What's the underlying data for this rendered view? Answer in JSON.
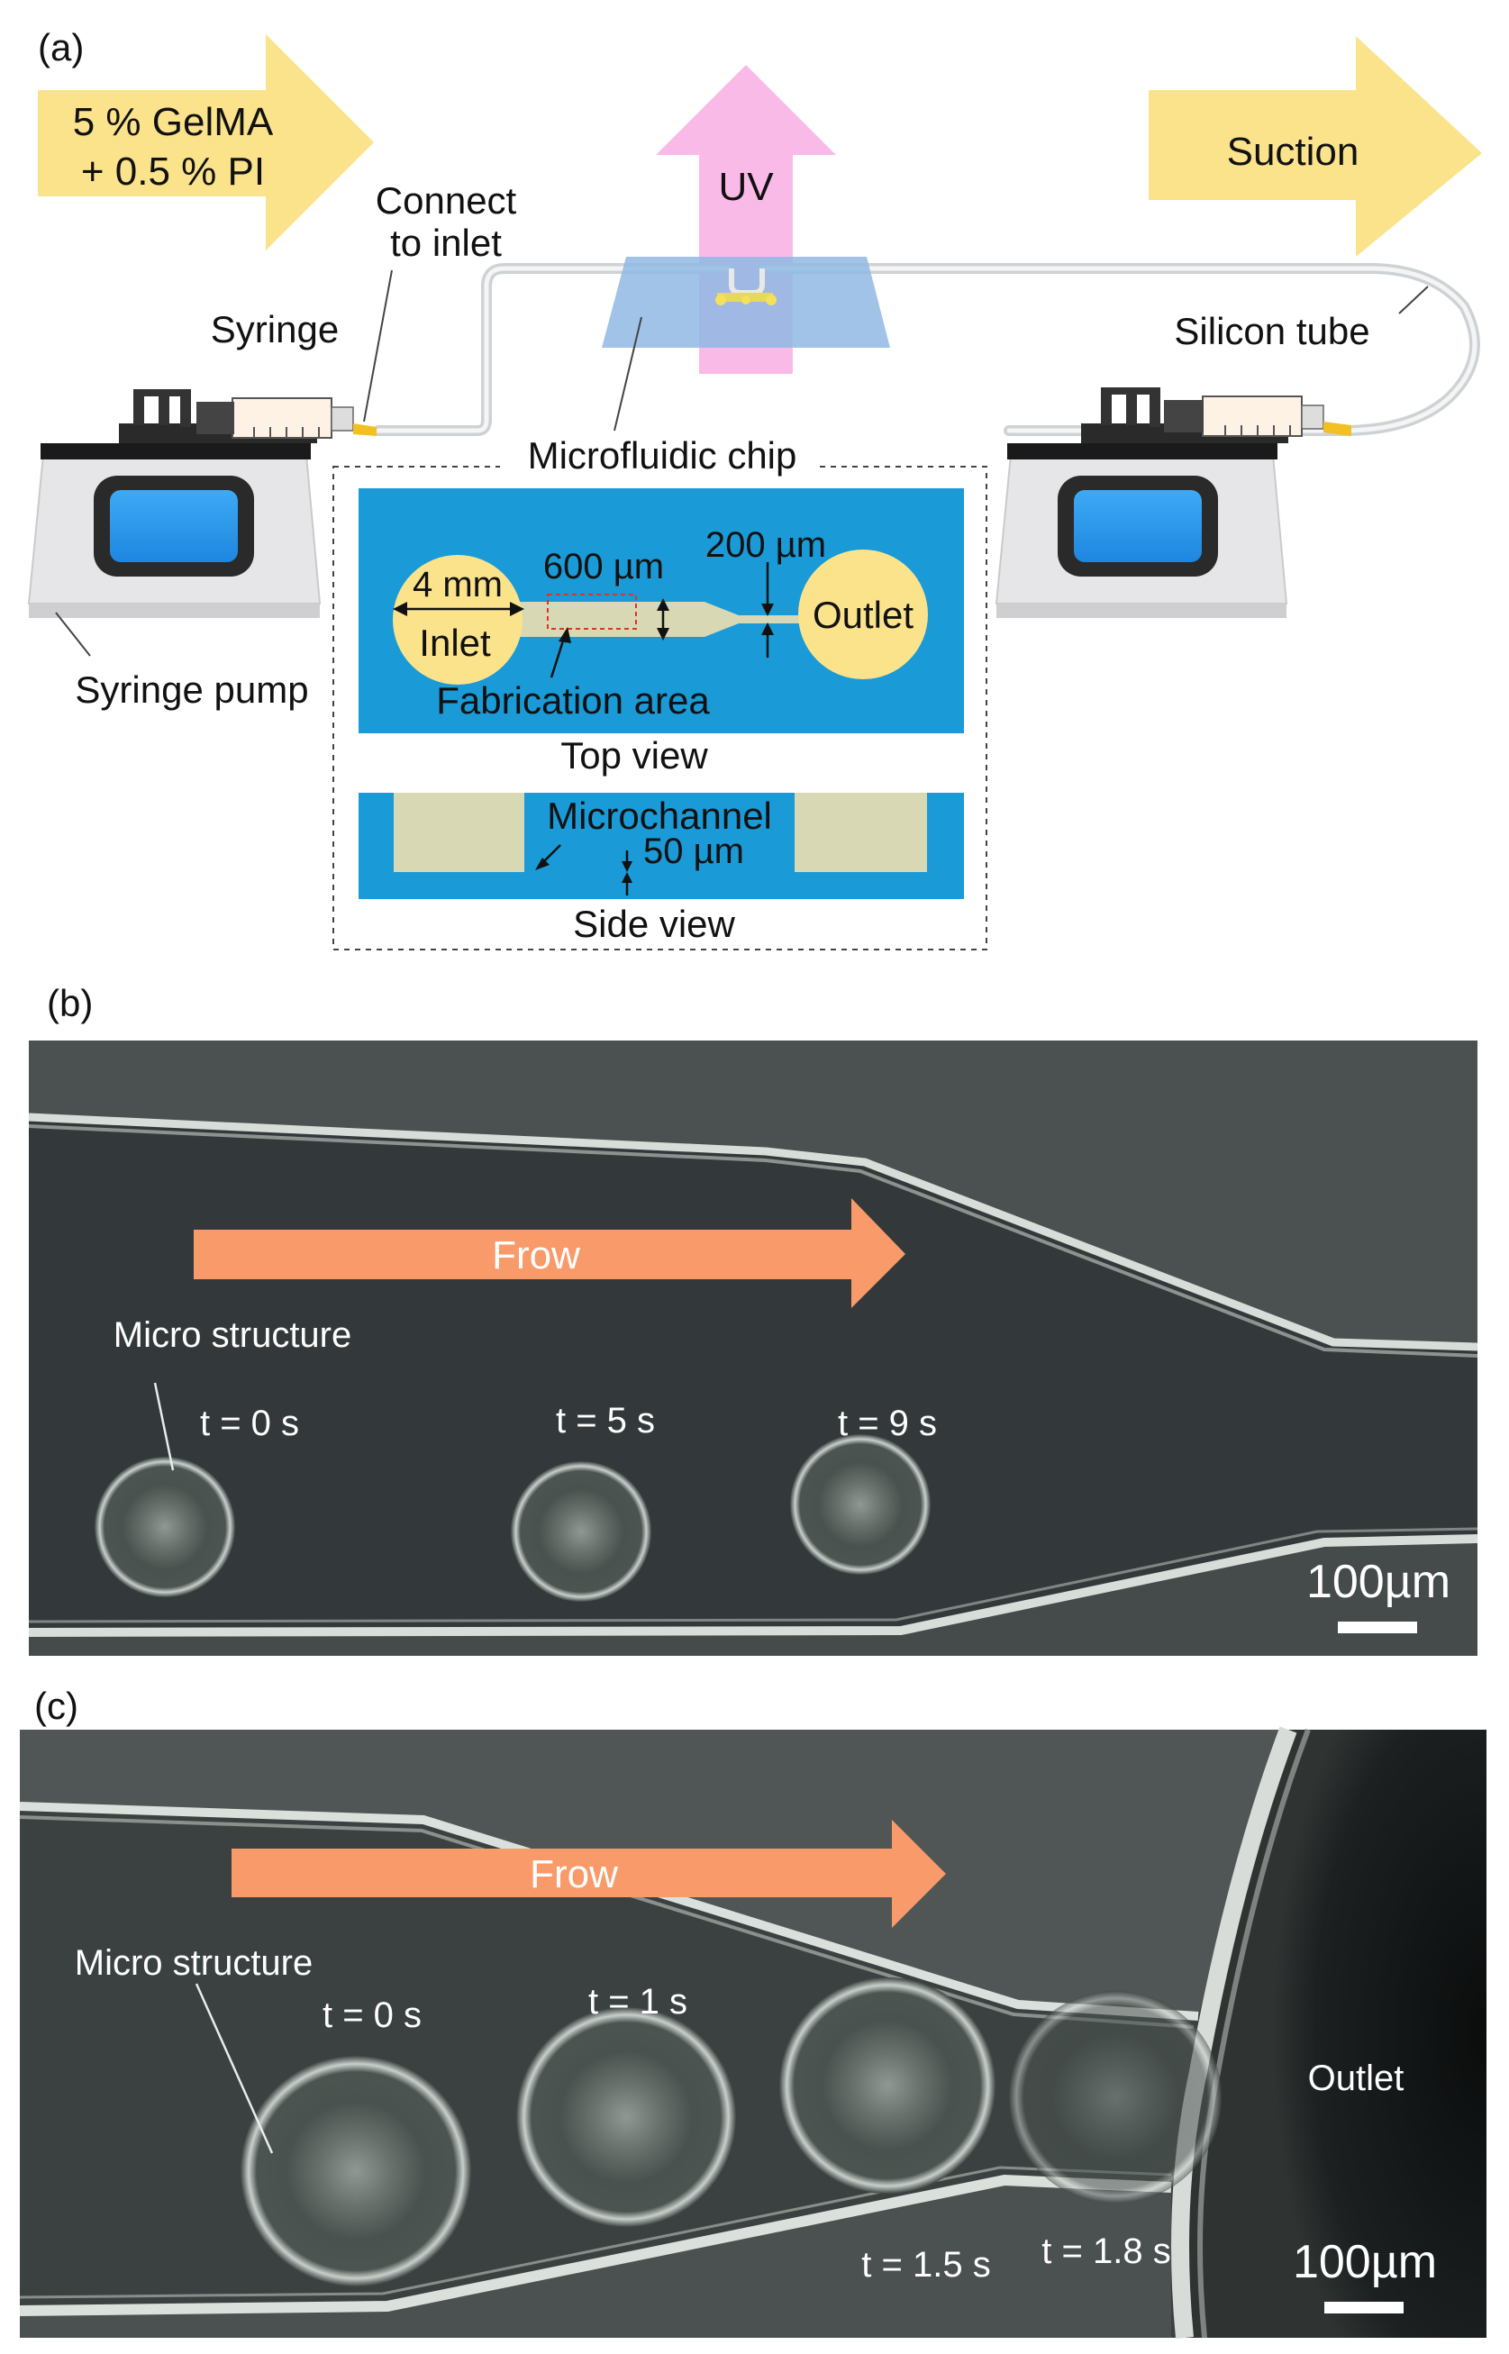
{
  "colors": {
    "arrow_yellow": "#fbe38c",
    "uv_pink": "#f9b3e6",
    "chip_blue": "#8fb8e3",
    "pump_gray": "#e6e6e8",
    "screen_blue": "#2b9cf0",
    "top_view_bg": "#1a9ad6",
    "channel_beige": "#d8d8b4",
    "port_yellow": "#fbe38c",
    "flow_orange": "#f89a6a",
    "micrograph_dark": "#33393a"
  },
  "panel_a": {
    "label": "(a)",
    "input_arrow": {
      "line1": "5 % GelMA",
      "line2": "+ 0.5 % PI"
    },
    "uv_label": "UV",
    "suction_label": "Suction",
    "connect_label": {
      "line1": "Connect",
      "line2": "to inlet"
    },
    "syringe_label": "Syringe",
    "silicon_tube_label": "Silicon tube",
    "chip_label": "Microfluidic chip",
    "pump_label": "Syringe pump",
    "top_view": {
      "inlet_size": "4 mm",
      "inlet_label": "Inlet",
      "width_600": "600 µm",
      "width_200": "200 µm",
      "outlet_label": "Outlet",
      "fabrication_label": "Fabrication area",
      "caption": "Top view"
    },
    "side_view": {
      "microchannel_label": "Microchannel",
      "height_label": "50 µm",
      "caption": "Side view"
    }
  },
  "panel_b": {
    "label": "(b)",
    "flow_label": "Frow",
    "structure_label": "Micro structure",
    "times": [
      "t = 0 s",
      "t = 5 s",
      "t = 9 s"
    ],
    "scale_bar": "100µm"
  },
  "panel_c": {
    "label": "(c)",
    "flow_label": "Frow",
    "structure_label": "Micro structure",
    "times": [
      "t = 0 s",
      "t = 1 s",
      "t = 1.5 s",
      "t = 1.8 s"
    ],
    "outlet_label": "Outlet",
    "scale_bar": "100µm"
  }
}
